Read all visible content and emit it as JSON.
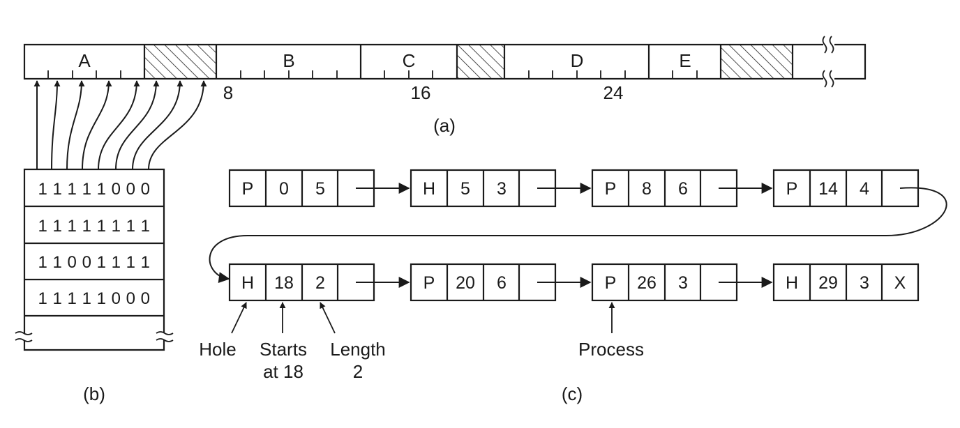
{
  "memory_bar": {
    "segment_labels": [
      "A",
      "B",
      "C",
      "D",
      "E"
    ],
    "tick_numbers": [
      "8",
      "16",
      "24"
    ],
    "caption": "(a)"
  },
  "bitmap": {
    "rows": [
      "1 1 1 1 1 0 0 0",
      "1 1 1 1 1 1 1 1",
      "1 1 0 0 1 1 1 1",
      "1 1 1 1 1 0 0 0"
    ],
    "caption": "(b)"
  },
  "list": {
    "nodes": [
      {
        "type": "P",
        "start": "0",
        "length": "5",
        "next": ""
      },
      {
        "type": "H",
        "start": "5",
        "length": "3",
        "next": ""
      },
      {
        "type": "P",
        "start": "8",
        "length": "6",
        "next": ""
      },
      {
        "type": "P",
        "start": "14",
        "length": "4",
        "next": ""
      },
      {
        "type": "H",
        "start": "18",
        "length": "2",
        "next": ""
      },
      {
        "type": "P",
        "start": "20",
        "length": "6",
        "next": ""
      },
      {
        "type": "P",
        "start": "26",
        "length": "3",
        "next": ""
      },
      {
        "type": "H",
        "start": "29",
        "length": "3",
        "next": "X"
      }
    ],
    "annotations": {
      "hole": "Hole",
      "starts_line1": "Starts",
      "starts_line2": "at 18",
      "length_line1": "Length",
      "length_line2": "2",
      "process": "Process"
    },
    "caption": "(c)"
  }
}
